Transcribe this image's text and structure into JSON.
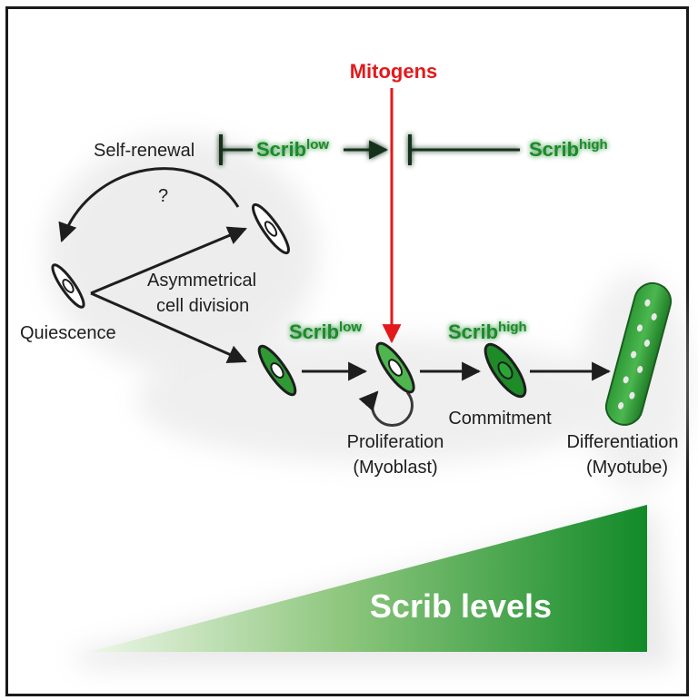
{
  "mitogens": "Mitogens",
  "scrib_low_top": {
    "base": "Scrib",
    "sup": "low"
  },
  "scrib_high_top": {
    "base": "Scrib",
    "sup": "high"
  },
  "scrib_low_mid": {
    "base": "Scrib",
    "sup": "low"
  },
  "scrib_high_mid": {
    "base": "Scrib",
    "sup": "high"
  },
  "self_renewal": "Self-renewal",
  "question": "?",
  "asym_line1": "Asymmetrical",
  "asym_line2": "cell division",
  "quiescence": "Quiescence",
  "proliferation": "Proliferation",
  "myoblast": "(Myoblast)",
  "commitment": "Commitment",
  "differentiation": "Differentiation",
  "myotube": "(Myotube)",
  "scrib_levels": "Scrib levels",
  "colors": {
    "green": "#1f8a2a",
    "red": "#e3191b",
    "dark": "#1e1e1e",
    "gradient_light": "#e6f3df",
    "gradient_dark": "#128a28"
  }
}
